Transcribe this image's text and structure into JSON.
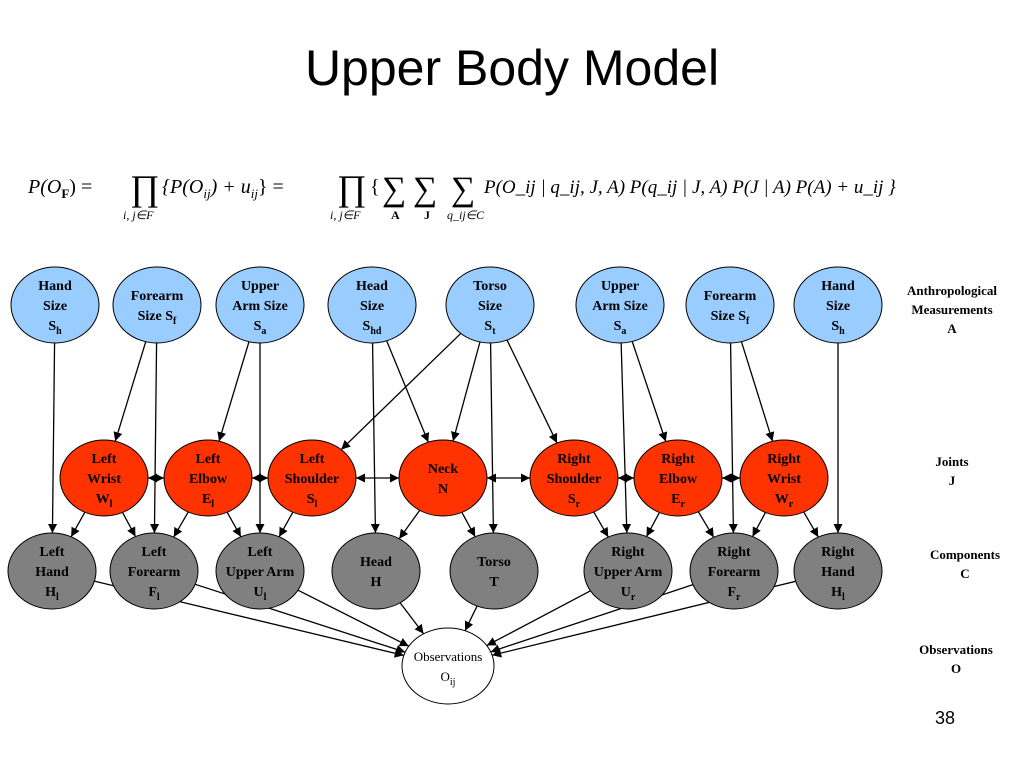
{
  "title": "Upper Body Model",
  "formula": {
    "lhs": "P(O",
    "lhs_sub": "F",
    "lhs_close": ") =",
    "prod_sub": "i, j∈F",
    "term1": "{P(O",
    "term1_sub": "ij",
    "term1_mid": ") + u",
    "term1_sub2": "ij",
    "term1_close": "} =",
    "sum_a_sub": "A",
    "sum_j_sub": "J",
    "sum_q_sub": "q_ij∈C",
    "term2": "{",
    "term2_body": "P(O_ij | q_ij, J, A) P(q_ij | J, A) P(J | A) P(A) + u_ij }"
  },
  "legend": {
    "anthro_line1": "Anthropological",
    "anthro_line2": "Measurements",
    "anthro_line3": "A",
    "joints_line1": "Joints",
    "joints_line2": "J",
    "components_line1": "Components",
    "components_line2": "C",
    "observations_line1": "Observations",
    "observations_line2": "O"
  },
  "colors": {
    "measurement_fill": "#99ccff",
    "joint_fill": "#ff3300",
    "component_fill": "#808080",
    "observation_fill": "#ffffff"
  },
  "nodes": {
    "measurements": [
      {
        "lines": [
          "Hand",
          "Size",
          "S"
        ],
        "sub": "h"
      },
      {
        "lines": [
          "Forearm",
          "Size S"
        ],
        "sub": "f"
      },
      {
        "lines": [
          "Upper",
          "Arm Size",
          "S"
        ],
        "sub": "a"
      },
      {
        "lines": [
          "Head",
          "Size",
          "S"
        ],
        "sub": "hd"
      },
      {
        "lines": [
          "Torso",
          "Size",
          "S"
        ],
        "sub": "t"
      },
      {
        "lines": [
          "Upper",
          "Arm Size",
          "S"
        ],
        "sub": "a"
      },
      {
        "lines": [
          "Forearm",
          "Size S"
        ],
        "sub": "f"
      },
      {
        "lines": [
          "Hand",
          "Size",
          "S"
        ],
        "sub": "h"
      }
    ],
    "joints": [
      {
        "lines": [
          "Left",
          "Wrist",
          "W"
        ],
        "sub": "l"
      },
      {
        "lines": [
          "Left",
          "Elbow",
          "E"
        ],
        "sub": "l"
      },
      {
        "lines": [
          "Left",
          "Shoulder",
          "S"
        ],
        "sub": "l"
      },
      {
        "lines": [
          "Neck",
          "N"
        ],
        "sub": ""
      },
      {
        "lines": [
          "Right",
          "Shoulder",
          "S"
        ],
        "sub": "r"
      },
      {
        "lines": [
          "Right",
          "Elbow",
          "E"
        ],
        "sub": "r"
      },
      {
        "lines": [
          "Right",
          "Wrist",
          "W"
        ],
        "sub": "r"
      }
    ],
    "components": [
      {
        "lines": [
          "Left",
          "Hand",
          "H"
        ],
        "sub": "l"
      },
      {
        "lines": [
          "Left",
          "Forearm",
          "F"
        ],
        "sub": "l"
      },
      {
        "lines": [
          "Left",
          "Upper Arm",
          "U"
        ],
        "sub": "l"
      },
      {
        "lines": [
          "Head",
          "H"
        ],
        "sub": ""
      },
      {
        "lines": [
          "Torso",
          "T"
        ],
        "sub": ""
      },
      {
        "lines": [
          "Right",
          "Upper Arm",
          "U"
        ],
        "sub": "r"
      },
      {
        "lines": [
          "Right",
          "Forearm",
          "F"
        ],
        "sub": "r"
      },
      {
        "lines": [
          "Right",
          "Hand",
          "H"
        ],
        "sub": "l"
      }
    ],
    "observation": {
      "lines": [
        "Observations",
        "O"
      ],
      "sub": "ij"
    }
  },
  "page_number": "38"
}
